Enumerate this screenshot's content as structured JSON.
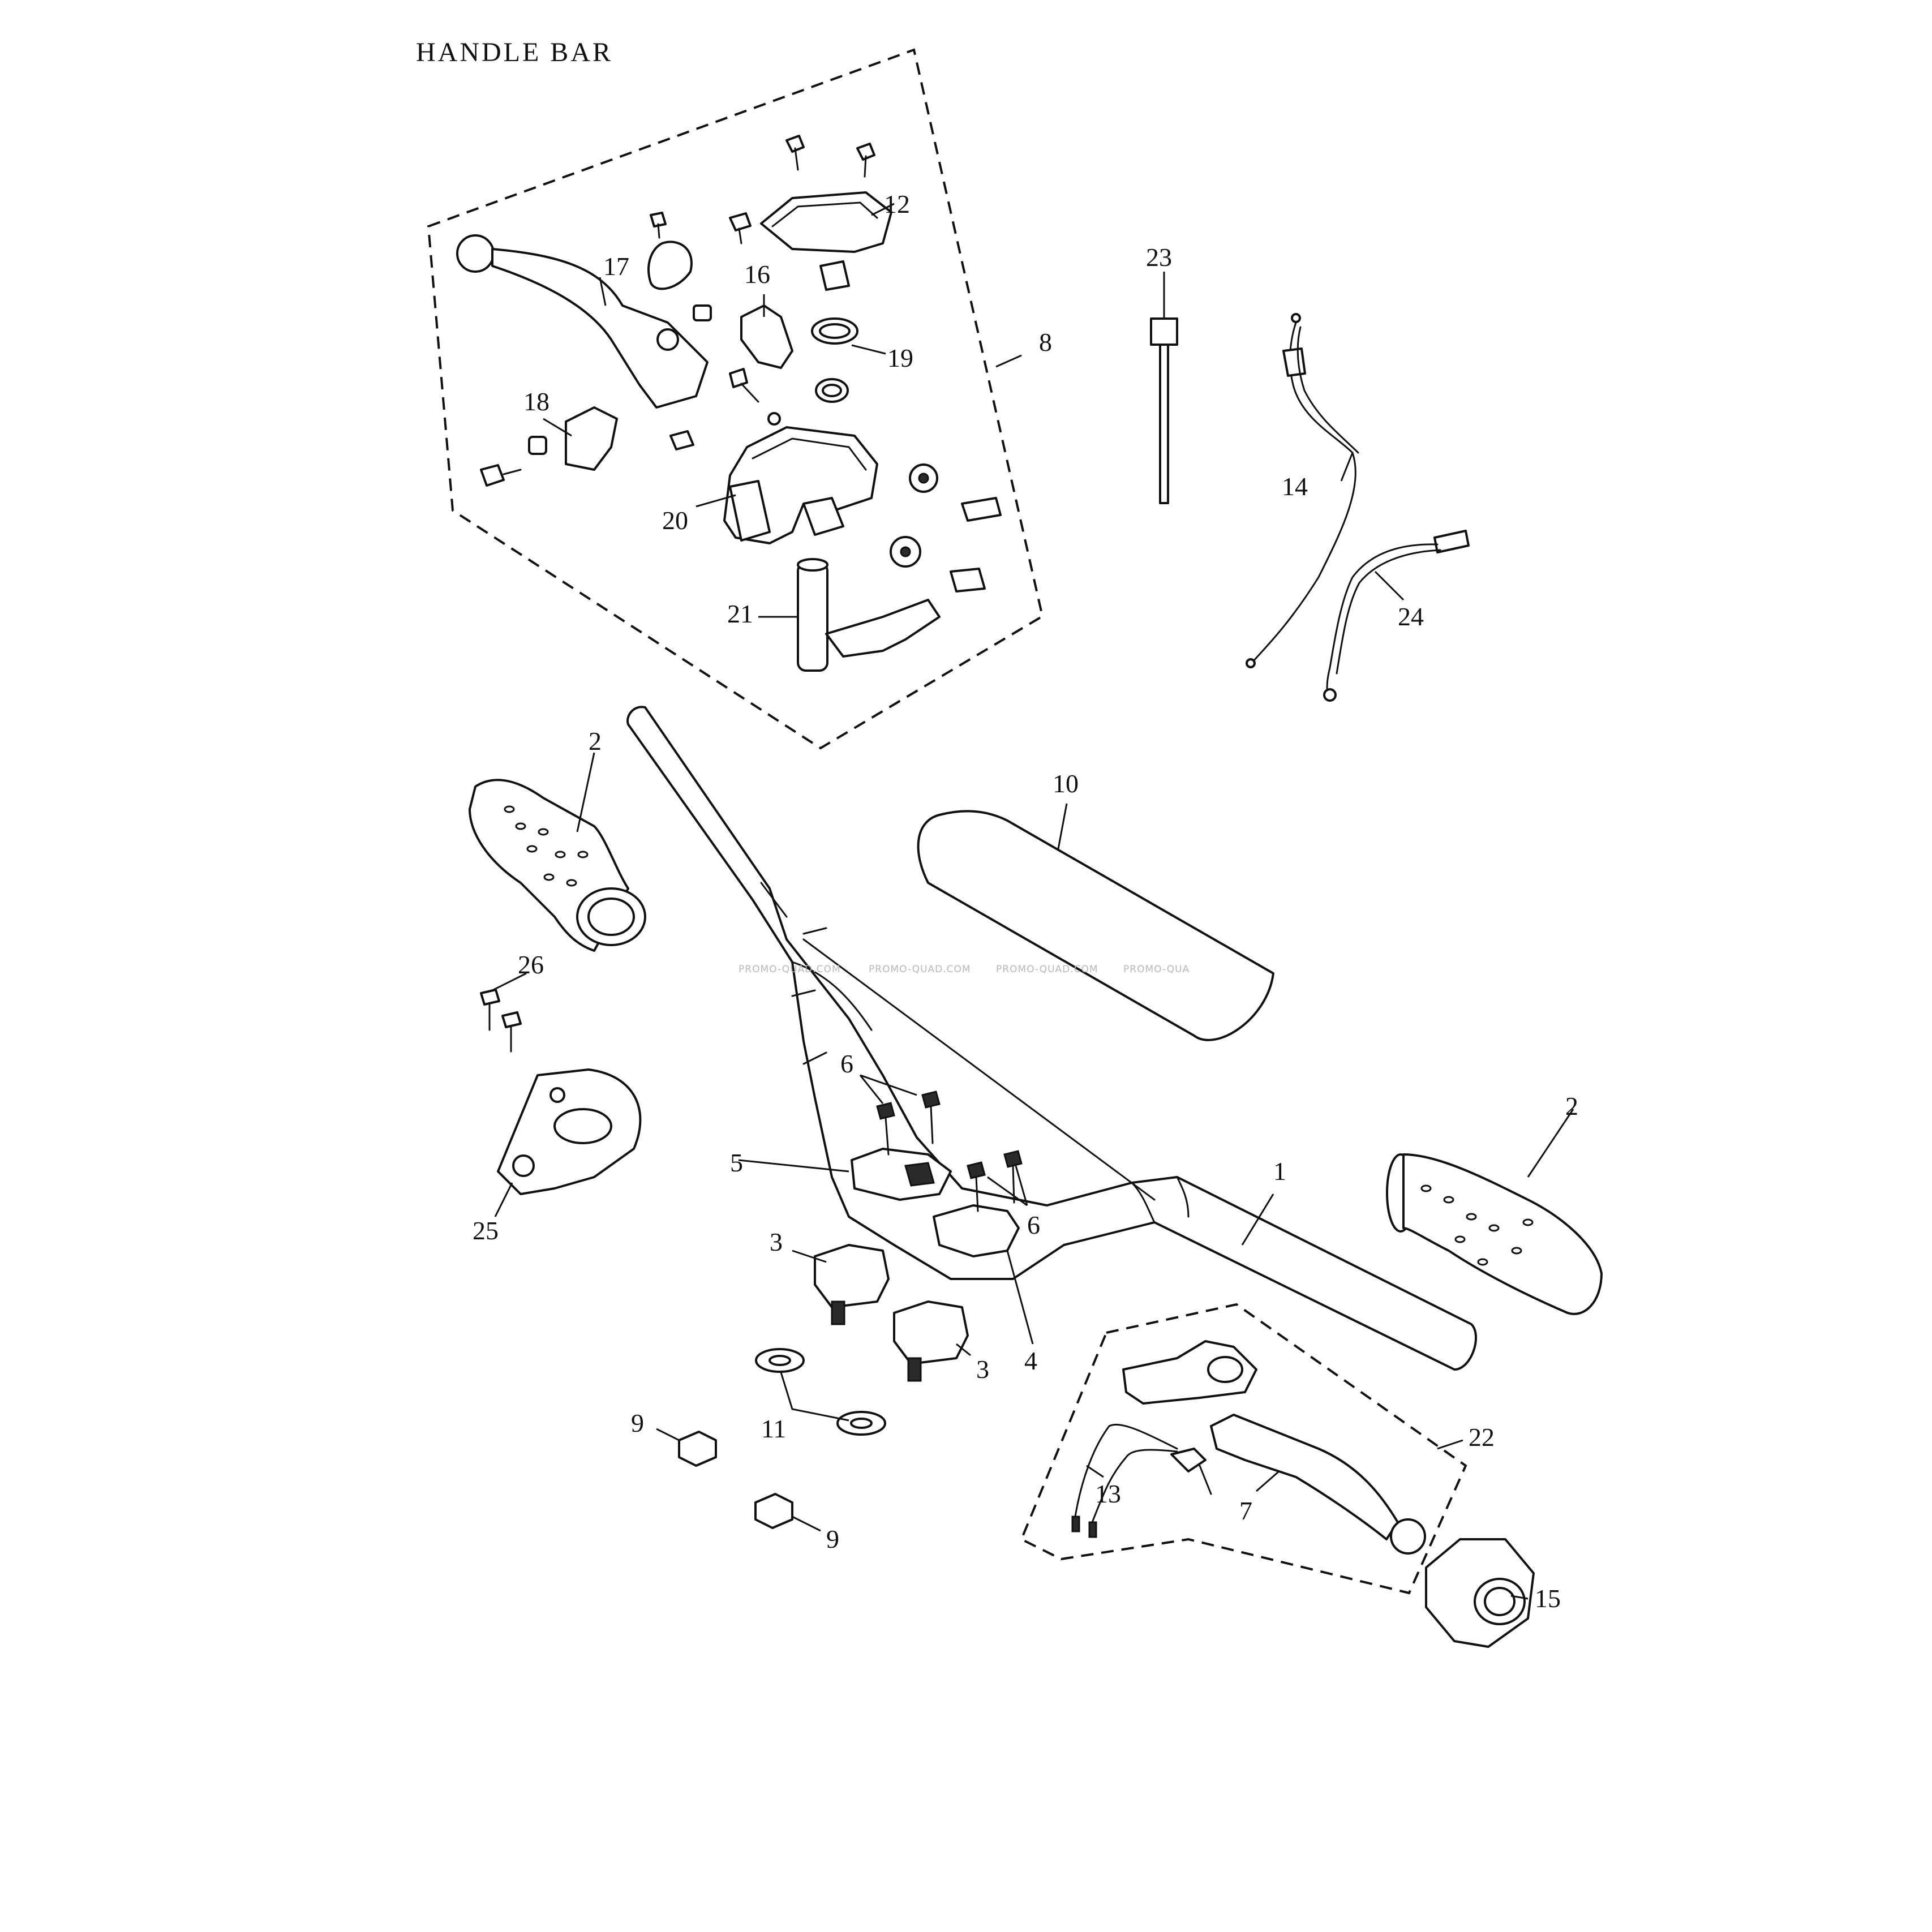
{
  "title": "HANDLE BAR",
  "watermark": [
    "PROMO-QUAD.COM",
    "PROMO-QUAD.COM",
    "PROMO-QUAD.COM",
    "PROMO-QUA"
  ],
  "labels": {
    "n1": "1",
    "n2a": "2",
    "n2b": "2",
    "n3a": "3",
    "n3b": "3",
    "n4": "4",
    "n5": "5",
    "n6a": "6",
    "n6b": "6",
    "n7": "7",
    "n8": "8",
    "n9a": "9",
    "n9b": "9",
    "n10": "10",
    "n11": "11",
    "n12": "12",
    "n13": "13",
    "n14": "14",
    "n15": "15",
    "n16": "16",
    "n17": "17",
    "n18": "18",
    "n19": "19",
    "n20": "20",
    "n21": "21",
    "n22": "22",
    "n23": "23",
    "n24": "24",
    "n25": "25",
    "n26": "26"
  }
}
